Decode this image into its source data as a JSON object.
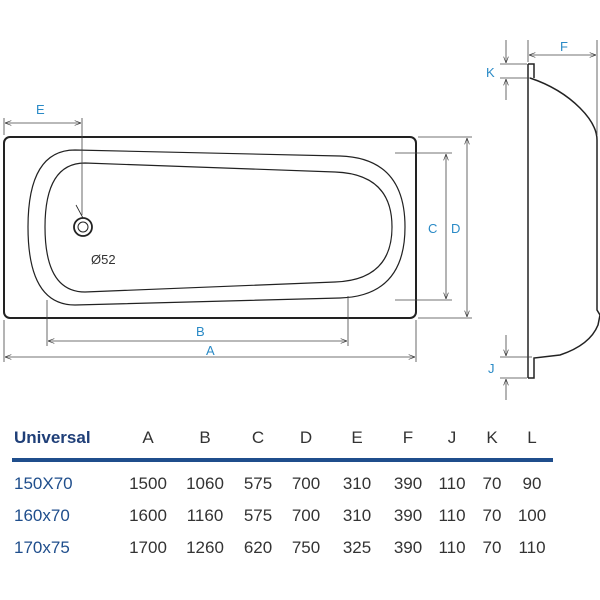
{
  "diagram": {
    "labels": {
      "A": "A",
      "B": "B",
      "C": "C",
      "D": "D",
      "E": "E",
      "F": "F",
      "J": "J",
      "K": "K",
      "drain": "Ø52"
    }
  },
  "table": {
    "headers": [
      "Universal",
      "A",
      "B",
      "C",
      "D",
      "E",
      "F",
      "J",
      "K",
      "L"
    ],
    "rows": [
      [
        "150X70",
        "1500",
        "1060",
        "575",
        "700",
        "310",
        "390",
        "110",
        "70",
        "90"
      ],
      [
        "160x70",
        "1600",
        "1160",
        "575",
        "700",
        "310",
        "390",
        "110",
        "70",
        "100"
      ],
      [
        "170x75",
        "1700",
        "1260",
        "620",
        "750",
        "325",
        "390",
        "110",
        "70",
        "110"
      ]
    ]
  },
  "colors": {
    "dimension_label": "#2a8ac6",
    "table_accent": "#1f4e8c"
  }
}
